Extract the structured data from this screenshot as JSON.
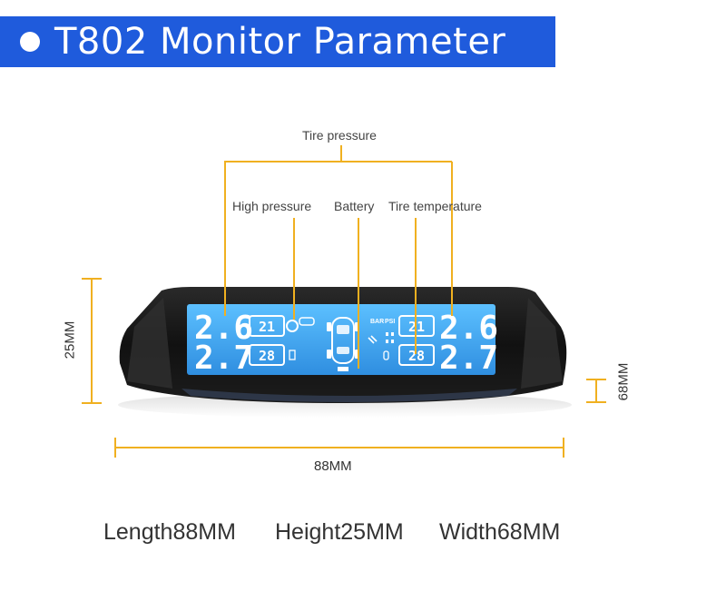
{
  "header": {
    "title": "T802 Monitor Parameter"
  },
  "callouts": {
    "tire_pressure": "Tire pressure",
    "high_pressure": "High pressure",
    "battery": "Battery",
    "tire_temperature": "Tire temperature"
  },
  "dimensions": {
    "height_label": "25MM",
    "width_label": "68MM",
    "length_label": "88MM"
  },
  "display": {
    "left_front_pressure": "2.6",
    "left_rear_pressure": "2.7",
    "right_front_pressure": "2.6",
    "right_rear_pressure": "2.7",
    "left_front_temp": "21",
    "left_rear_temp": "28",
    "right_front_temp": "21",
    "right_rear_temp": "28",
    "unit_bar": "BAR",
    "unit_psi": "PSI"
  },
  "specs": {
    "length": "Length88MM",
    "height": "Height25MM",
    "width": "Width68MM"
  },
  "colors": {
    "banner": "#1f5bdc",
    "callout_line": "#f0b020",
    "screen": "#3fa8f2",
    "body": "#141414"
  }
}
